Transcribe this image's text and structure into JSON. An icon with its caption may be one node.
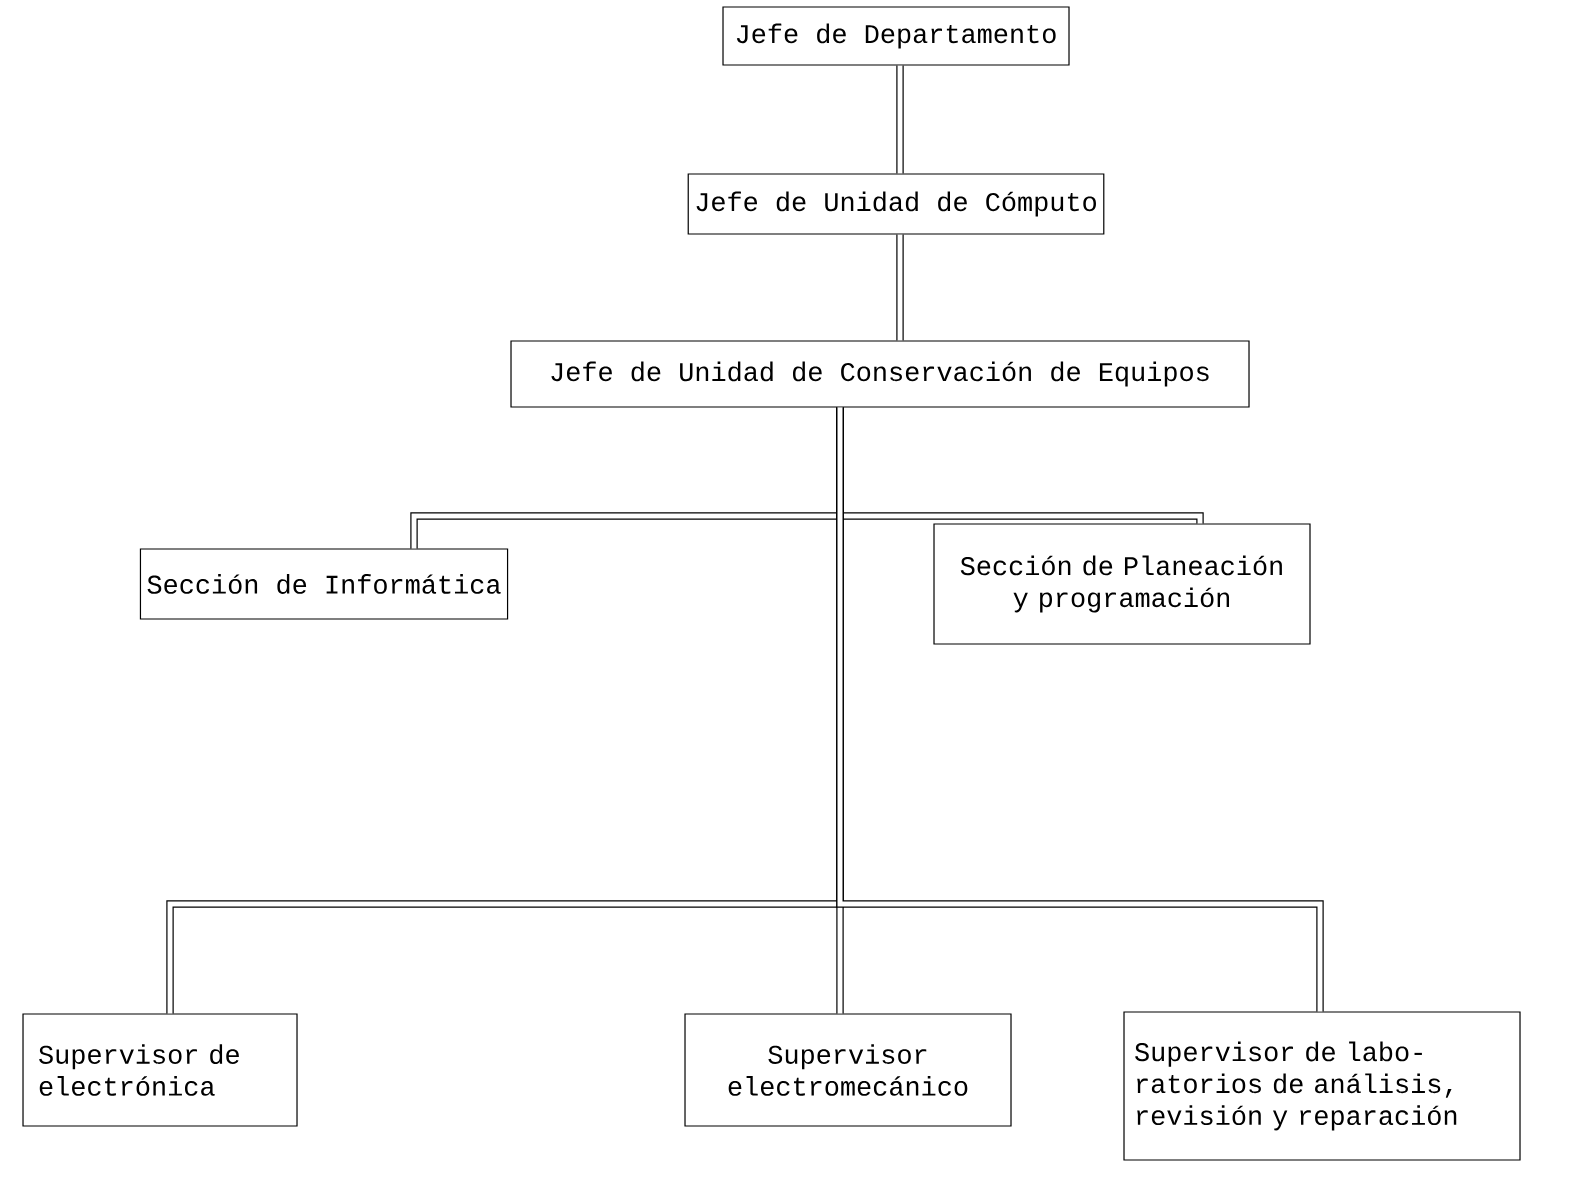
{
  "diagram": {
    "nodes": [
      {
        "text": [
          "Jefe de Departamento"
        ]
      },
      {
        "text": [
          "Jefe de Unidad de Cómputo"
        ]
      },
      {
        "text": [
          "Jefe de Unidad de Conservación de Equipos"
        ]
      },
      {
        "text": [
          "Sección de Informática"
        ]
      },
      {
        "text": [
          "Sección de Planeación y programación"
        ]
      },
      {
        "text": [
          "Supervisor de electrónica"
        ]
      },
      {
        "text": [
          "Supervisor electromecánico"
        ]
      },
      {
        "text": [
          "Supervisor de labo- ratorios de análisis, revisión y reparación"
        ]
      }
    ],
    "edges": [
      {
        "from": 0,
        "to": 1,
        "arrow": "none"
      },
      {
        "from": 1,
        "to": 2,
        "arrow": "none"
      },
      {
        "from": 2,
        "to": 3,
        "arrow": "none"
      },
      {
        "from": 2,
        "to": 4,
        "arrow": "none"
      },
      {
        "from": 2,
        "to": 5,
        "arrow": "none"
      },
      {
        "from": 2,
        "to": 6,
        "arrow": "none"
      },
      {
        "from": 2,
        "to": 7,
        "arrow": "none"
      }
    ]
  }
}
